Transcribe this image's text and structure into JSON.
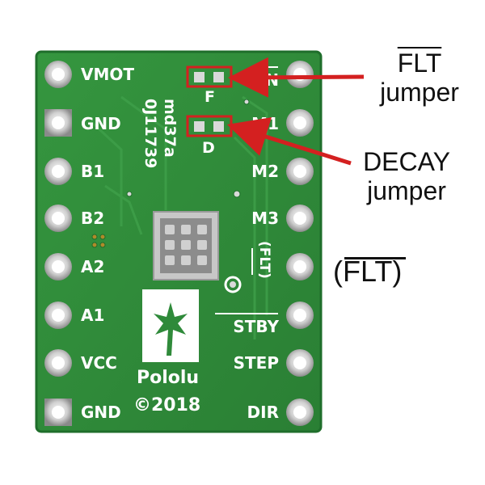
{
  "board": {
    "left_pins": [
      "VMOT",
      "GND",
      "B1",
      "B2",
      "A2",
      "A1",
      "VCC",
      "GND"
    ],
    "right_pins": [
      "EN",
      "M1",
      "M2",
      "M3",
      "(FLT)",
      "STBY",
      "STEP",
      "DIR"
    ],
    "right_pins_overline": [
      true,
      false,
      false,
      false,
      true,
      true,
      false,
      false
    ],
    "part_number": "md37a",
    "serial": "0J11739",
    "jumper_labels": [
      "F",
      "D"
    ],
    "brand": "Pololu",
    "copyright": "©2018",
    "colors": {
      "pcb": "#2f8a3a",
      "pcb_edge": "#1f6e2b",
      "silkscreen": "#ffffff",
      "pad": "#d9d9d9",
      "arrow": "#d42020"
    }
  },
  "callouts": {
    "flt_title": "FLT",
    "flt_sub": "jumper",
    "decay_title": "DECAY",
    "decay_sub": "jumper",
    "flt_paren": "(FLT)"
  }
}
